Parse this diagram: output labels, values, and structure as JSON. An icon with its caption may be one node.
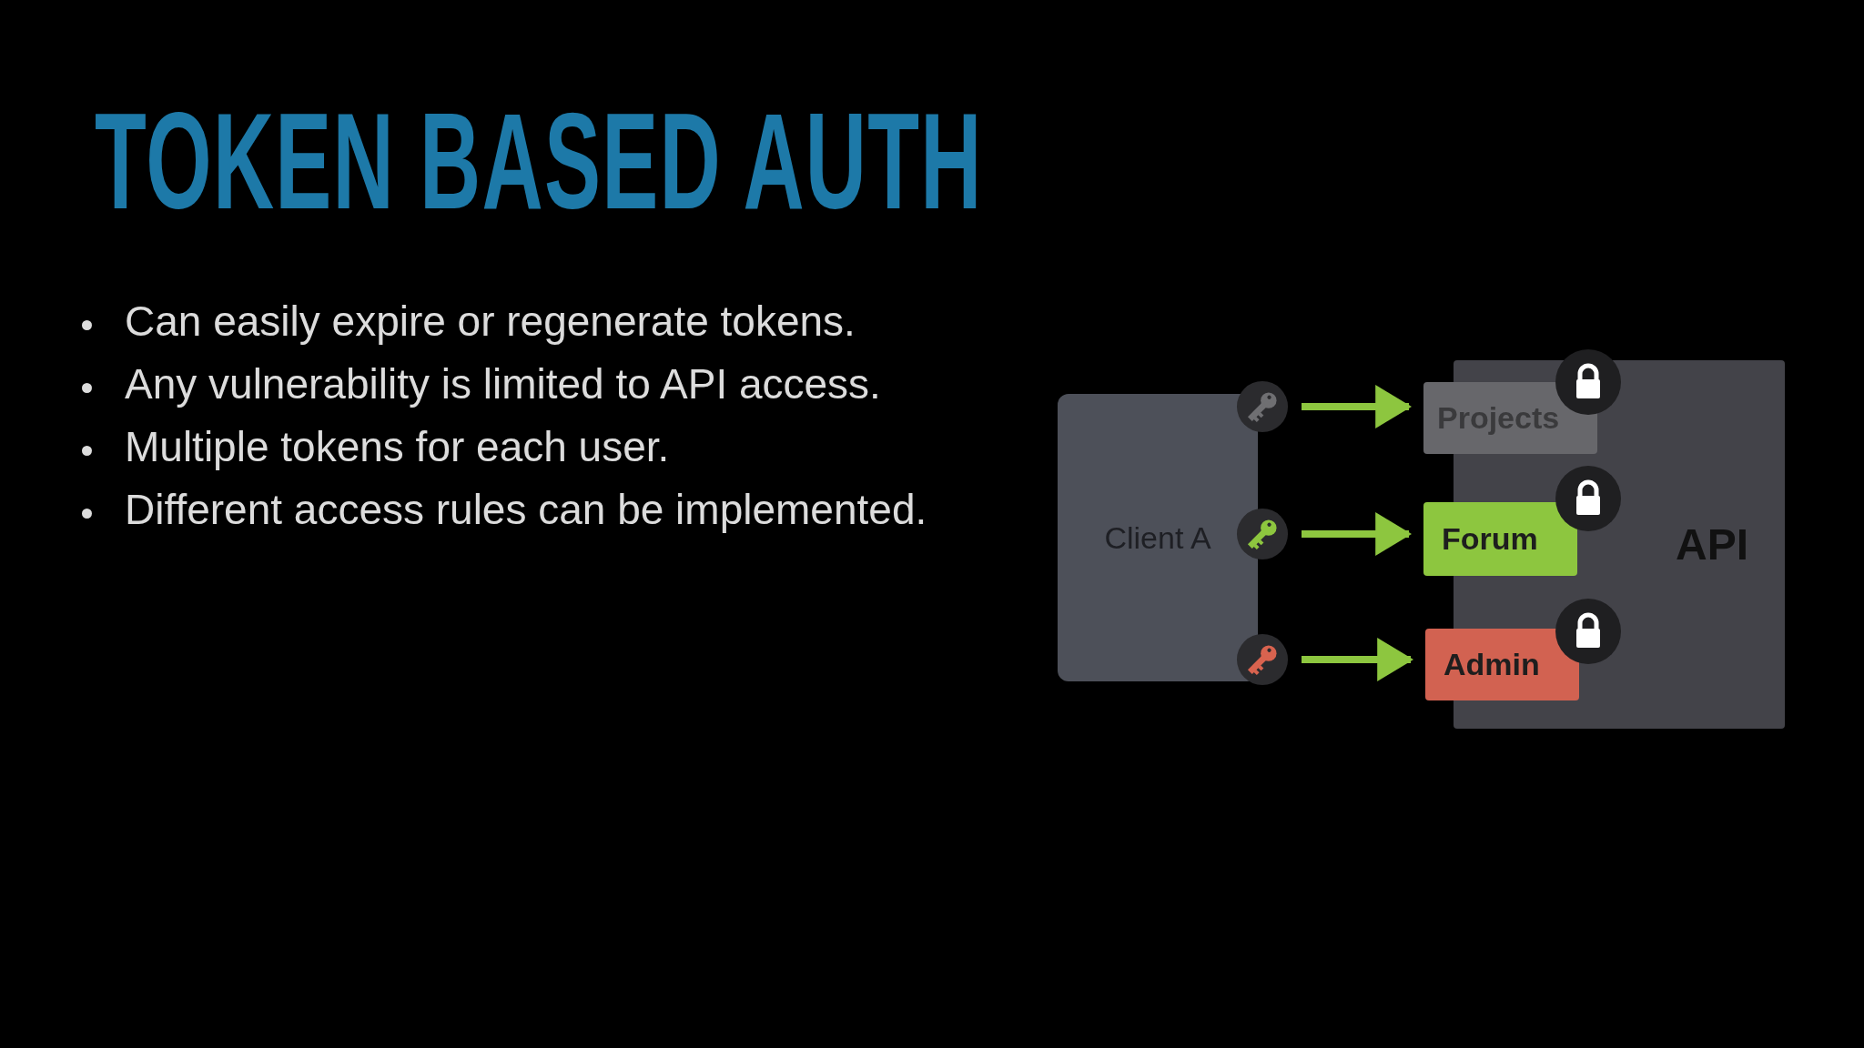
{
  "diagram": {
    "title": "TOKEN BASED AUTH",
    "nodes": [
      {
        "text": [
          "Client A"
        ]
      },
      {
        "text": [],
        "shape": "key"
      },
      {
        "text": [],
        "shape": "key"
      },
      {
        "text": [],
        "shape": "key"
      },
      {
        "text": [
          "API"
        ]
      },
      {
        "text": [
          "Projects"
        ]
      },
      {
        "text": [
          "Forum"
        ]
      },
      {
        "text": [
          "Admin"
        ]
      }
    ],
    "edges": [
      {
        "from": 1,
        "to": 5,
        "arrow": "to"
      },
      {
        "from": 2,
        "to": 6,
        "arrow": "to"
      },
      {
        "from": 3,
        "to": 7,
        "arrow": "to"
      }
    ],
    "labels": [
      "Can easily expire or regenerate tokens.",
      "Any vulnerability is limited to API access.",
      "Multiple tokens for each user.",
      "Different access rules can be implemented."
    ]
  }
}
